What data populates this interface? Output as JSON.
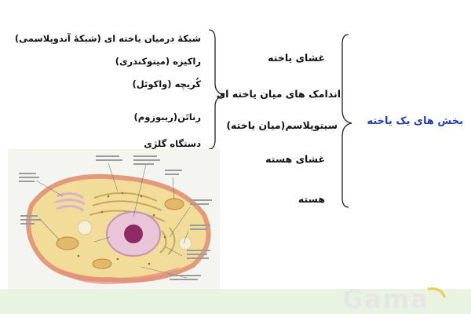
{
  "main_title": "بخش های یک یاخته",
  "parts": [
    "غشای یاخته",
    "اندامک های میان یاخته ای",
    "سیتوپلاسم(میان یاخته)",
    "غشای هسته",
    "هسته"
  ],
  "organelles": [
    "شبکهٔ درمیان یاخته ای (شبکهٔ آندوپلاسمی)",
    "راکیزه (میتوکندری)",
    "کُریچه (واکوئل)",
    "رناتَن(ریبوزوم)",
    "دستگاه گلژی"
  ],
  "logo_text": "Gama",
  "colors": {
    "title": "#1f3fa8",
    "footer": "#e9f3e2",
    "logo": "#e6e6e6"
  }
}
